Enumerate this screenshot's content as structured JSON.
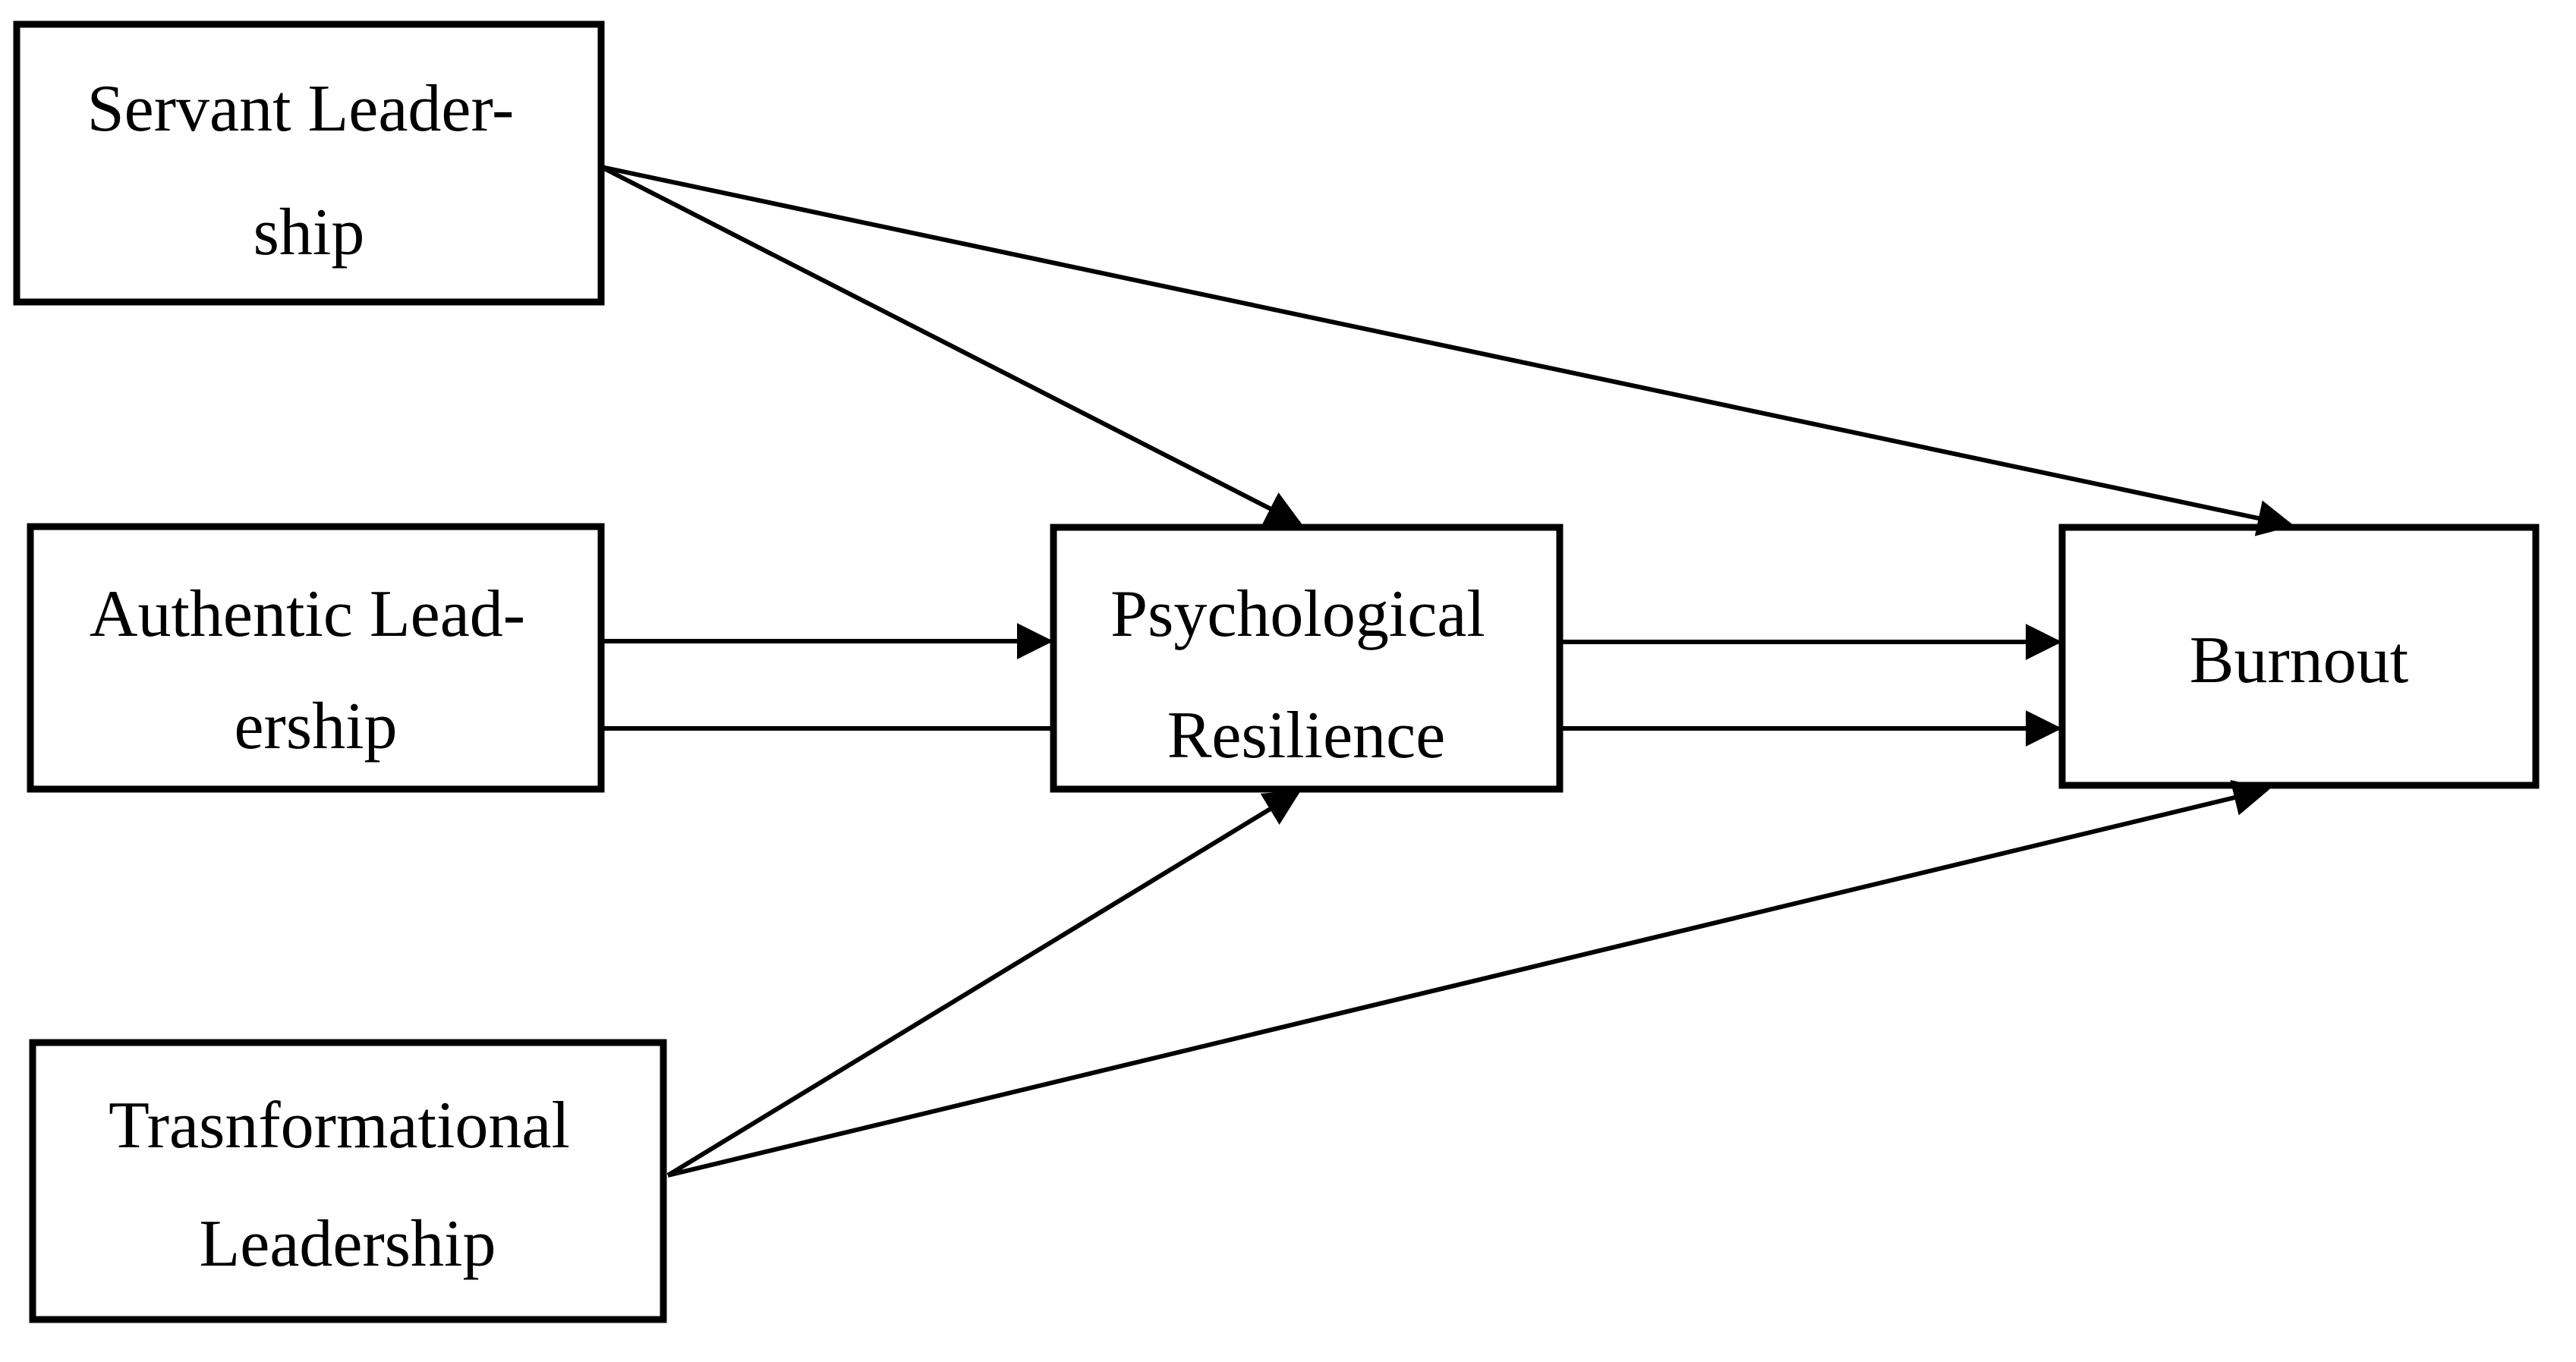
{
  "colors": {
    "ink": "#000000",
    "background": "#ffffff"
  },
  "nodes": {
    "servant": {
      "line1": "Servant Leader-",
      "line2": "ship"
    },
    "authentic": {
      "line1": "Authentic Lead-",
      "line2": "ership"
    },
    "transformational": {
      "line1": "Trasnformational",
      "line2": "Leadership"
    },
    "resilience": {
      "line1": "Psychological",
      "line2": "Resilience"
    },
    "burnout": {
      "line1": "Burnout"
    }
  },
  "edges": [
    {
      "from": "servant",
      "to": "resilience"
    },
    {
      "from": "servant",
      "to": "burnout"
    },
    {
      "from": "authentic",
      "to": "resilience"
    },
    {
      "from": "authentic",
      "to": "burnout"
    },
    {
      "from": "resilience",
      "to": "burnout"
    },
    {
      "from": "transformational",
      "to": "resilience"
    },
    {
      "from": "transformational",
      "to": "burnout"
    }
  ]
}
